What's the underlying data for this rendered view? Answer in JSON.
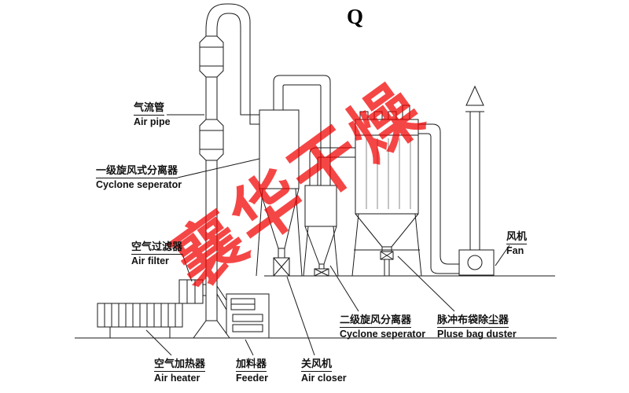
{
  "title": "Q",
  "watermark": {
    "text": "襄华干燥",
    "color": "#f20000"
  },
  "labels": {
    "air_pipe": {
      "zh": "气流管",
      "en": "Air pipe"
    },
    "cyclone1": {
      "zh": "一级旋风式分离器",
      "en": "Cyclone seperator"
    },
    "air_filter": {
      "zh": "空气过滤器",
      "en": "Air filter"
    },
    "air_heater": {
      "zh": "空气加热器",
      "en": "Air heater"
    },
    "feeder": {
      "zh": "加料器",
      "en": "Feeder"
    },
    "air_closer": {
      "zh": "关风机",
      "en": "Air closer"
    },
    "cyclone2": {
      "zh": "二级旋风分离器",
      "en": "Cyclone seperator"
    },
    "bag_duster": {
      "zh": "脉冲布袋除尘器",
      "en": "Pluse bag duster"
    },
    "fan": {
      "zh": "风机",
      "en": "Fan"
    }
  },
  "line_color": "#1a1a1a"
}
